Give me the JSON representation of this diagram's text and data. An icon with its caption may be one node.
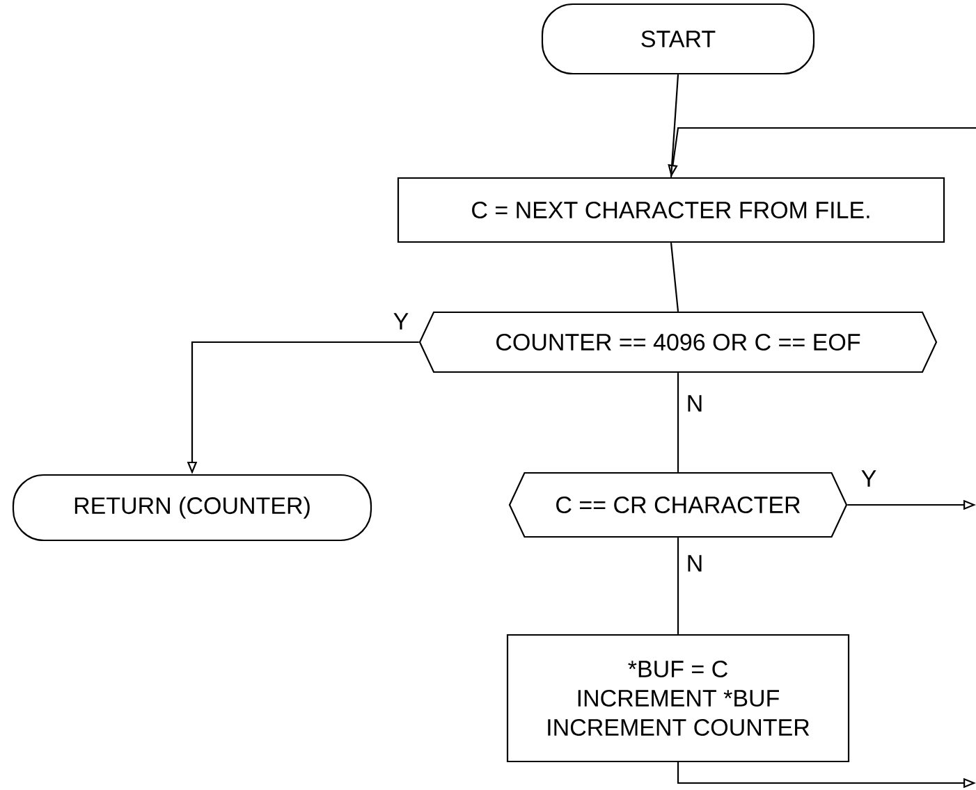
{
  "diagram": {
    "nodes": [
      {
        "text": [
          "START"
        ]
      },
      {
        "text": [
          "C = NEXT CHARACTER FROM FILE."
        ]
      },
      {
        "text": [
          "COUNTER == 4096 OR C == EOF"
        ]
      },
      {
        "text": [
          "RETURN (COUNTER)"
        ]
      },
      {
        "text": [
          "C == CR CHARACTER"
        ]
      },
      {
        "text": [
          "*BUF = C",
          "INCREMENT *BUF",
          "INCREMENT COUNTER"
        ]
      }
    ],
    "edges": [
      {
        "from": 0,
        "to": 1,
        "arrow": "none"
      },
      {
        "from": null,
        "to": 1,
        "arrow": "to"
      },
      {
        "from": 1,
        "to": 2,
        "arrow": "none"
      },
      {
        "from": 2,
        "to": 3,
        "arrow": "to",
        "label": "Y"
      },
      {
        "from": 2,
        "to": 4,
        "arrow": "none",
        "label": "N"
      },
      {
        "from": 4,
        "to": null,
        "arrow": "to",
        "label": "Y"
      },
      {
        "from": 4,
        "to": 5,
        "arrow": "none",
        "label": "N"
      },
      {
        "from": 5,
        "to": null,
        "arrow": "to"
      }
    ]
  }
}
